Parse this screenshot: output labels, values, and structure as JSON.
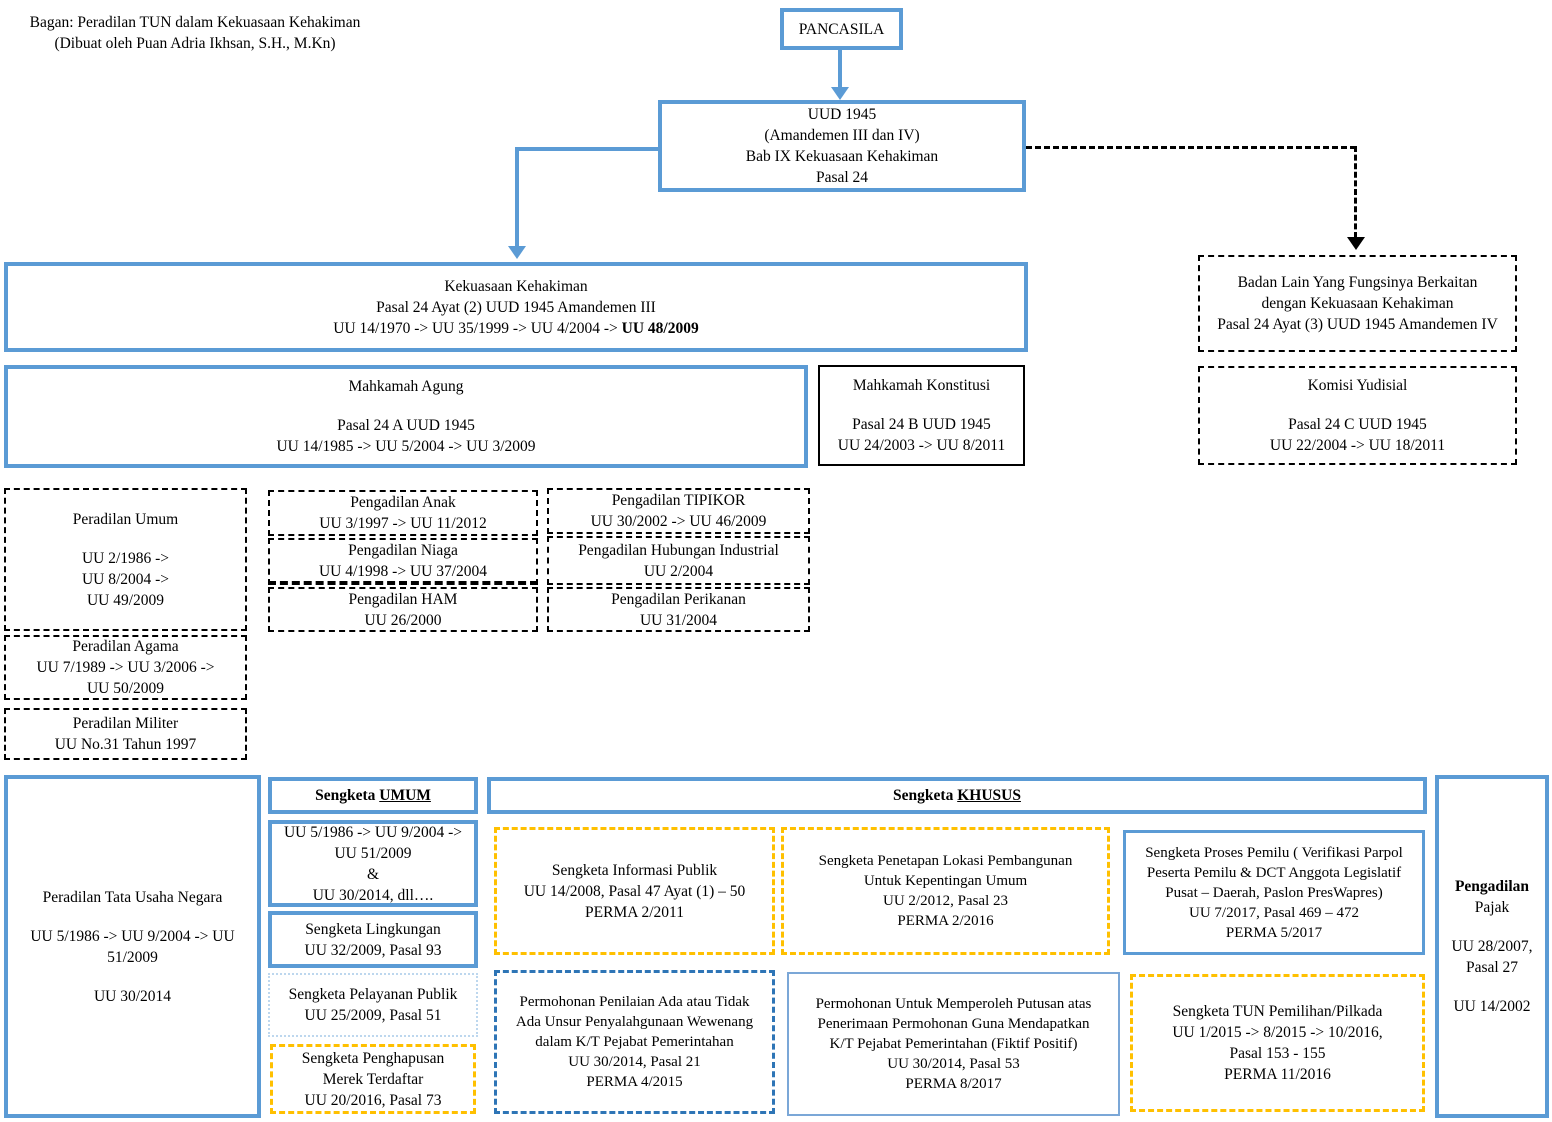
{
  "title": {
    "line1": "Bagan: Peradilan TUN dalam Kekuasaan Kehakiman",
    "line2": "(Dibuat oleh Puan Adria Ikhsan, S.H., M.Kn)"
  },
  "colors": {
    "blue_accent": "#5B9BD5",
    "orange_dashed": "#FFC000",
    "dark_blue_dashed": "#2E75B6",
    "light_blue_solid": "#7BA7D7",
    "light_blue_dotted": "#BDD7EE",
    "black": "#000000"
  },
  "boxes": {
    "pancasila": {
      "lines": [
        "PANCASILA"
      ]
    },
    "uud1945": {
      "lines": [
        "UUD 1945",
        "(Amandemen III dan IV)",
        "Bab IX Kekuasaan Kehakiman",
        "Pasal 24"
      ]
    },
    "kekuasaan": {
      "l1": "Kekuasaan Kehakiman",
      "l2": "Pasal 24 Ayat (2) UUD 1945 Amandemen III",
      "l3a": "UU 14/1970 -> UU 35/1999 -> UU 4/2004 -> ",
      "l3b": "UU 48/2009"
    },
    "badan_lain": {
      "lines": [
        "Badan Lain Yang Fungsinya Berkaitan",
        "dengan Kekuasaan Kehakiman",
        "Pasal 24 Ayat (3) UUD 1945 Amandemen IV"
      ]
    },
    "mahkamah_agung": {
      "lines": [
        "Mahkamah Agung",
        "",
        "Pasal 24 A UUD 1945",
        "UU 14/1985 -> UU 5/2004 -> UU 3/2009"
      ]
    },
    "mahkamah_konstitusi": {
      "lines": [
        "Mahkamah Konstitusi",
        "",
        "Pasal 24 B UUD 1945",
        "UU 24/2003 -> UU 8/2011"
      ]
    },
    "komisi_yudisial": {
      "lines": [
        "Komisi Yudisial",
        "",
        "Pasal 24 C UUD 1945",
        "UU 22/2004 -> UU 18/2011"
      ]
    },
    "peradilan_umum": {
      "lines": [
        "Peradilan Umum",
        "",
        "UU 2/1986 ->",
        "UU 8/2004 ->",
        "UU 49/2009"
      ]
    },
    "peradilan_agama": {
      "lines": [
        "Peradilan Agama",
        "UU 7/1989 -> UU 3/2006 ->",
        "UU 50/2009"
      ]
    },
    "peradilan_militer": {
      "lines": [
        "Peradilan Militer",
        "UU No.31 Tahun 1997"
      ]
    },
    "pengadilan_anak": {
      "lines": [
        "Pengadilan Anak",
        "UU 3/1997 -> UU 11/2012"
      ]
    },
    "pengadilan_niaga": {
      "lines": [
        "Pengadilan Niaga",
        "UU 4/1998 -> UU 37/2004"
      ]
    },
    "pengadilan_ham": {
      "lines": [
        "Pengadilan HAM",
        "UU 26/2000"
      ]
    },
    "pengadilan_tipikor": {
      "lines": [
        "Pengadilan TIPIKOR",
        "UU 30/2002 -> UU 46/2009"
      ]
    },
    "pengadilan_hubungan_industrial": {
      "lines": [
        "Pengadilan Hubungan Industrial",
        "UU 2/2004"
      ]
    },
    "pengadilan_perikanan": {
      "lines": [
        "Pengadilan Perikanan",
        "UU 31/2004"
      ]
    },
    "peradilan_tun": {
      "lines": [
        "Peradilan Tata Usaha Negara",
        "",
        "UU 5/1986 -> UU 9/2004 -> UU",
        "51/2009",
        "",
        "UU 30/2014"
      ]
    },
    "sengketa_umum_header": {
      "prefix": "Sengketa ",
      "word": "UMUM"
    },
    "umum_laws": {
      "lines": [
        "UU 5/1986 -> UU 9/2004 ->",
        "UU 51/2009",
        "&",
        "UU 30/2014, dll…."
      ]
    },
    "sengketa_lingkungan": {
      "lines": [
        "Sengketa Lingkungan",
        "UU 32/2009, Pasal 93"
      ]
    },
    "sengketa_pelayanan_publik": {
      "lines": [
        "Sengketa Pelayanan Publik",
        "UU 25/2009, Pasal 51"
      ]
    },
    "sengketa_penghapusan_merek": {
      "lines": [
        "Sengketa Penghapusan",
        "Merek Terdaftar",
        "UU 20/2016, Pasal 73"
      ]
    },
    "sengketa_khusus_header": {
      "prefix": "Sengketa ",
      "word": "KHUSUS"
    },
    "sengketa_informasi_publik": {
      "lines": [
        "Sengketa Informasi Publik",
        "UU 14/2008, Pasal 47 Ayat (1) – 50",
        "PERMA 2/2011"
      ]
    },
    "sengketa_penetapan_lokasi": {
      "lines": [
        "Sengketa Penetapan Lokasi Pembangunan",
        "Untuk Kepentingan Umum",
        "UU 2/2012, Pasal 23",
        "PERMA 2/2016"
      ]
    },
    "sengketa_proses_pemilu": {
      "lines": [
        "Sengketa Proses Pemilu ( Verifikasi Parpol",
        "Peserta Pemilu & DCT Anggota Legislatif",
        "Pusat – Daerah, Paslon PresWapres)",
        "UU 7/2017, Pasal 469 – 472",
        "PERMA 5/2017"
      ]
    },
    "permohonan_penilaian": {
      "lines": [
        "Permohonan Penilaian Ada atau Tidak",
        "Ada Unsur Penyalahgunaan Wewenang",
        "dalam K/T Pejabat Pemerintahan",
        "UU 30/2014, Pasal 21",
        "PERMA 4/2015"
      ]
    },
    "permohonan_fiktif_positif": {
      "lines": [
        "Permohonan Untuk Memperoleh Putusan atas",
        "Penerimaan Permohonan Guna Mendapatkan",
        "K/T Pejabat Pemerintahan (Fiktif Positif)",
        "UU 30/2014, Pasal 53",
        "PERMA 8/2017"
      ]
    },
    "sengketa_tun_pilkada": {
      "lines": [
        "Sengketa TUN Pemilihan/Pilkada",
        "UU 1/2015 -> 8/2015 -> 10/2016,",
        "Pasal 153 - 155",
        "PERMA 11/2016"
      ]
    },
    "pengadilan_pajak": {
      "title": "Pengadilan",
      "lines": [
        "Pajak",
        "",
        "UU 28/2007,",
        "Pasal 27",
        "",
        "UU 14/2002"
      ]
    }
  }
}
